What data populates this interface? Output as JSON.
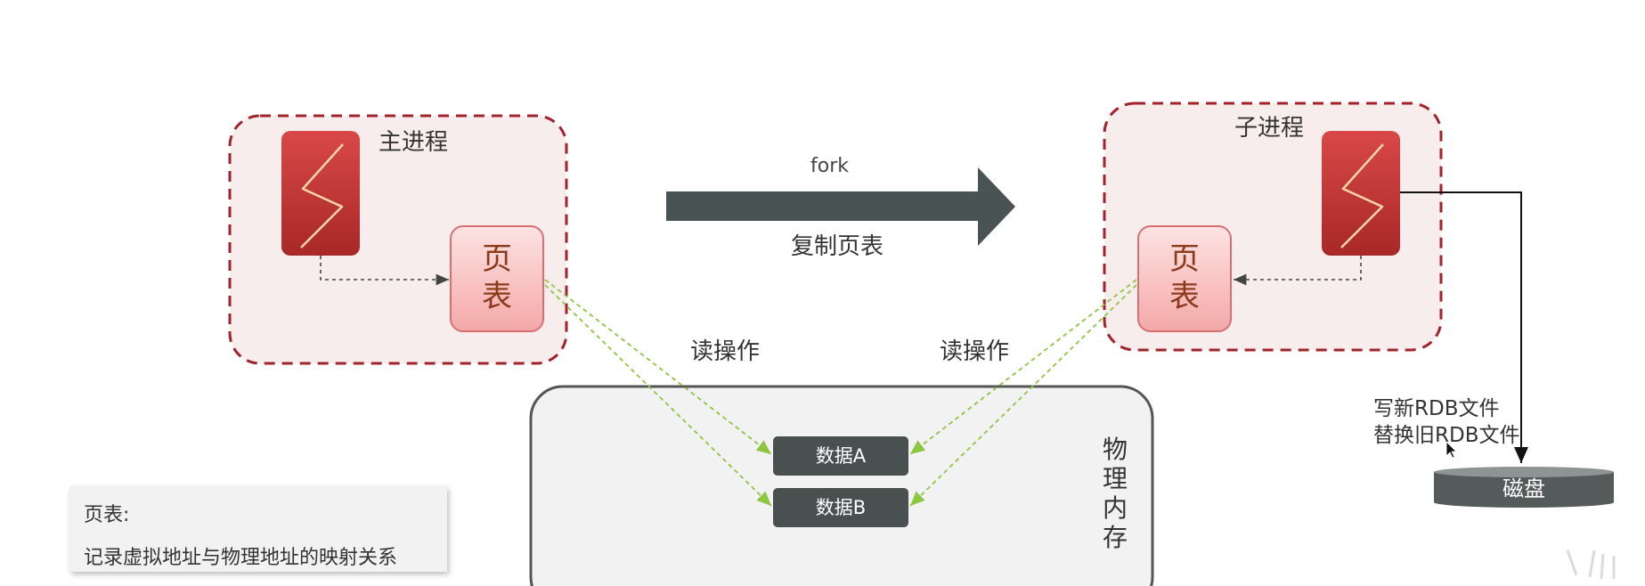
{
  "main_process": {
    "label": "主进程",
    "page_table_label": "页表"
  },
  "child_process": {
    "label": "子进程",
    "page_table_label": "页表"
  },
  "fork_arrow": {
    "top_label": "fork",
    "bottom_label": "复制页表"
  },
  "read_labels": {
    "left": "读操作",
    "right": "读操作"
  },
  "physical_memory": {
    "label": "物理内存",
    "items": [
      "数据A",
      "数据B"
    ]
  },
  "disk": {
    "label": "磁盘"
  },
  "write_note": {
    "line1": "写新RDB文件",
    "line2": "替换旧RDB文件"
  },
  "note": {
    "title": "页表:",
    "body": "记录虚拟地址与物理地址的映射关系"
  },
  "colors": {
    "process_border": "#a3232a",
    "process_fill": "#f8eded",
    "thread_fill": "#c43a3a",
    "page_table_fill": "#f7c1c1",
    "arrow_fill": "#4a5354",
    "data_fill": "#4a5050",
    "read_line": "#8dc63f",
    "memory_border": "#555555"
  }
}
